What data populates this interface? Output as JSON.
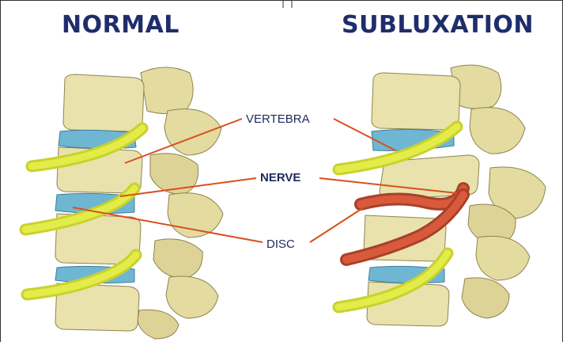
{
  "headings": {
    "normal": "NORMAL",
    "subluxation": "SUBLUXATION"
  },
  "labels": {
    "vertebra": "VERTEBRA",
    "nerve": "NERVE",
    "disc": "DISC"
  },
  "colors": {
    "bone": "#e7dfa6",
    "bone_shade": "#b9ad6a",
    "disc": "#6fb6d3",
    "nerve_normal": "#d8e23a",
    "nerve_pinched": "#d85a3a",
    "leader_line": "#d8501e",
    "heading": "#1f2d6b"
  }
}
